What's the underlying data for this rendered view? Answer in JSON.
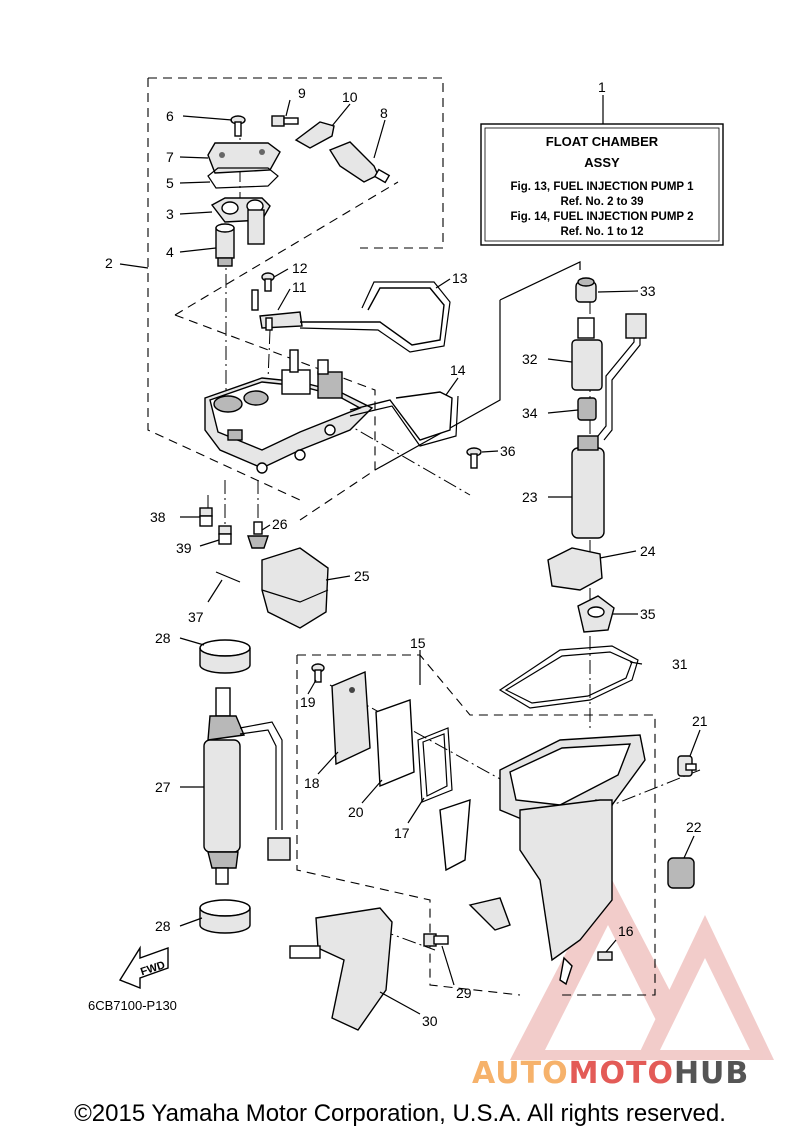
{
  "info_box": {
    "ref": "1",
    "title_line1": "FLOAT CHAMBER",
    "title_line2": "ASSY",
    "line3": "Fig. 13, FUEL INJECTION PUMP 1",
    "line4": "Ref. No. 2 to 39",
    "line5": "Fig. 14, FUEL INJECTION PUMP 2",
    "line6": "Ref. No. 1 to 12"
  },
  "callouts": {
    "n2": "2",
    "n3": "3",
    "n4": "4",
    "n5": "5",
    "n6": "6",
    "n7": "7",
    "n8": "8",
    "n9": "9",
    "n10": "10",
    "n11": "11",
    "n12": "12",
    "n13": "13",
    "n14": "14",
    "n15": "15",
    "n16": "16",
    "n17": "17",
    "n18": "18",
    "n19": "19",
    "n20": "20",
    "n21": "21",
    "n22": "22",
    "n23": "23",
    "n24": "24",
    "n25": "25",
    "n26": "26",
    "n27": "27",
    "n28a": "28",
    "n28b": "28",
    "n29": "29",
    "n30": "30",
    "n31": "31",
    "n32": "32",
    "n33": "33",
    "n34": "34",
    "n35": "35",
    "n36": "36",
    "n37": "37",
    "n38": "38",
    "n39": "39"
  },
  "fwd_label": "FWD",
  "diagram_code": "6CB7100-P130",
  "watermark": {
    "part1": "AUTO",
    "part2": "MOTO",
    "part3": "HUB",
    "color1": "#f6b26b",
    "color2": "#e35b57",
    "color3": "#555555"
  },
  "copyright": "©2015 Yamaha Motor Corporation, U.S.A. All rights reserved."
}
